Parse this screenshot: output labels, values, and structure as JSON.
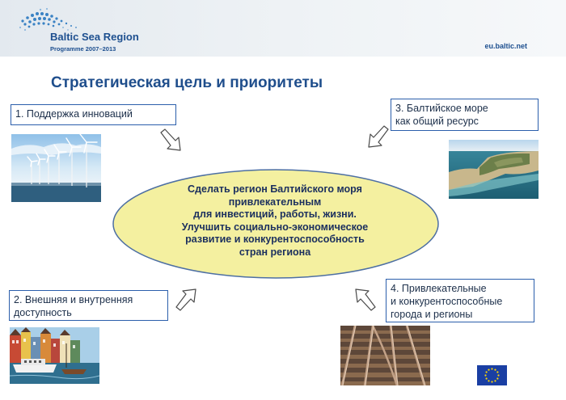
{
  "header": {
    "logo_name": "Baltic Sea Region",
    "logo_sub": "Programme 2007–2013",
    "url": "eu.baltic.net"
  },
  "title": "Стратегическая цель и приоритеты",
  "goal": {
    "lines": [
      "Сделать регион Балтийского моря",
      "привлекательным",
      "для инвестиций, работы, жизни.",
      "Улучшить социально-экономическое",
      "развитие и конкурентоспособность",
      "стран региона"
    ]
  },
  "priorities": [
    {
      "lines": [
        "1. Поддержка инноваций"
      ]
    },
    {
      "lines": [
        "2. Внешняя и внутренняя",
        "доступность"
      ]
    },
    {
      "lines": [
        "3. Балтийское море",
        "как общий ресурс"
      ]
    },
    {
      "lines": [
        "4. Привлекательные",
        "и конкурентоспособные",
        "города и регионы"
      ]
    }
  ],
  "colors": {
    "accent_blue": "#1f4e8c",
    "box_border": "#2b5eab",
    "ellipse_fill": "#f4f0a0",
    "ellipse_stroke": "#4d6fa3",
    "eu_flag": "#1a3fa3",
    "eu_star": "#ffd700"
  },
  "icons": {
    "logo": "baltic-sea-region-logo",
    "arrows": "outline-arrow-icon",
    "flag": "eu-flag-icon"
  },
  "images": [
    "wind-turbines-photo",
    "coastline-aerial-photo",
    "harbour-boats-photo",
    "railway-tracks-photo"
  ]
}
